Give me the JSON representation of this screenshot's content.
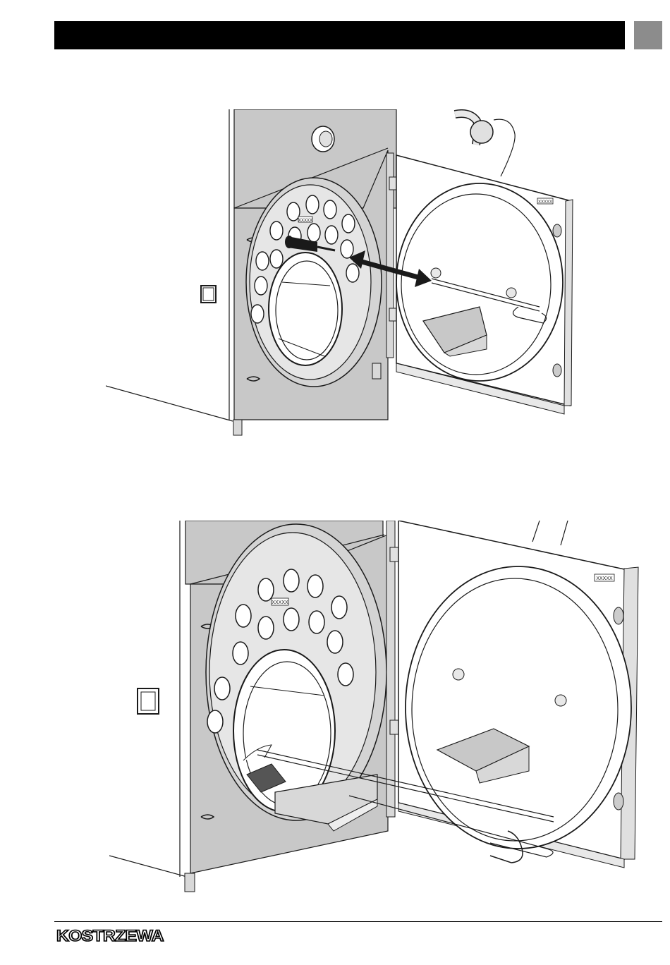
{
  "footer": {
    "logo_text": "KOSTRZEWA"
  },
  "figures": {
    "fig1": {
      "door_badge": "XXXXX",
      "panel_badge": "XXXXX"
    },
    "fig2": {
      "door_badge": "XXXXX",
      "panel_badge": "XXXXX"
    }
  },
  "colors": {
    "header_bar": "#000000",
    "header_tab": "#8c8c8c",
    "steel_grey": "#c8c8c8",
    "line": "#1a1a1a"
  }
}
